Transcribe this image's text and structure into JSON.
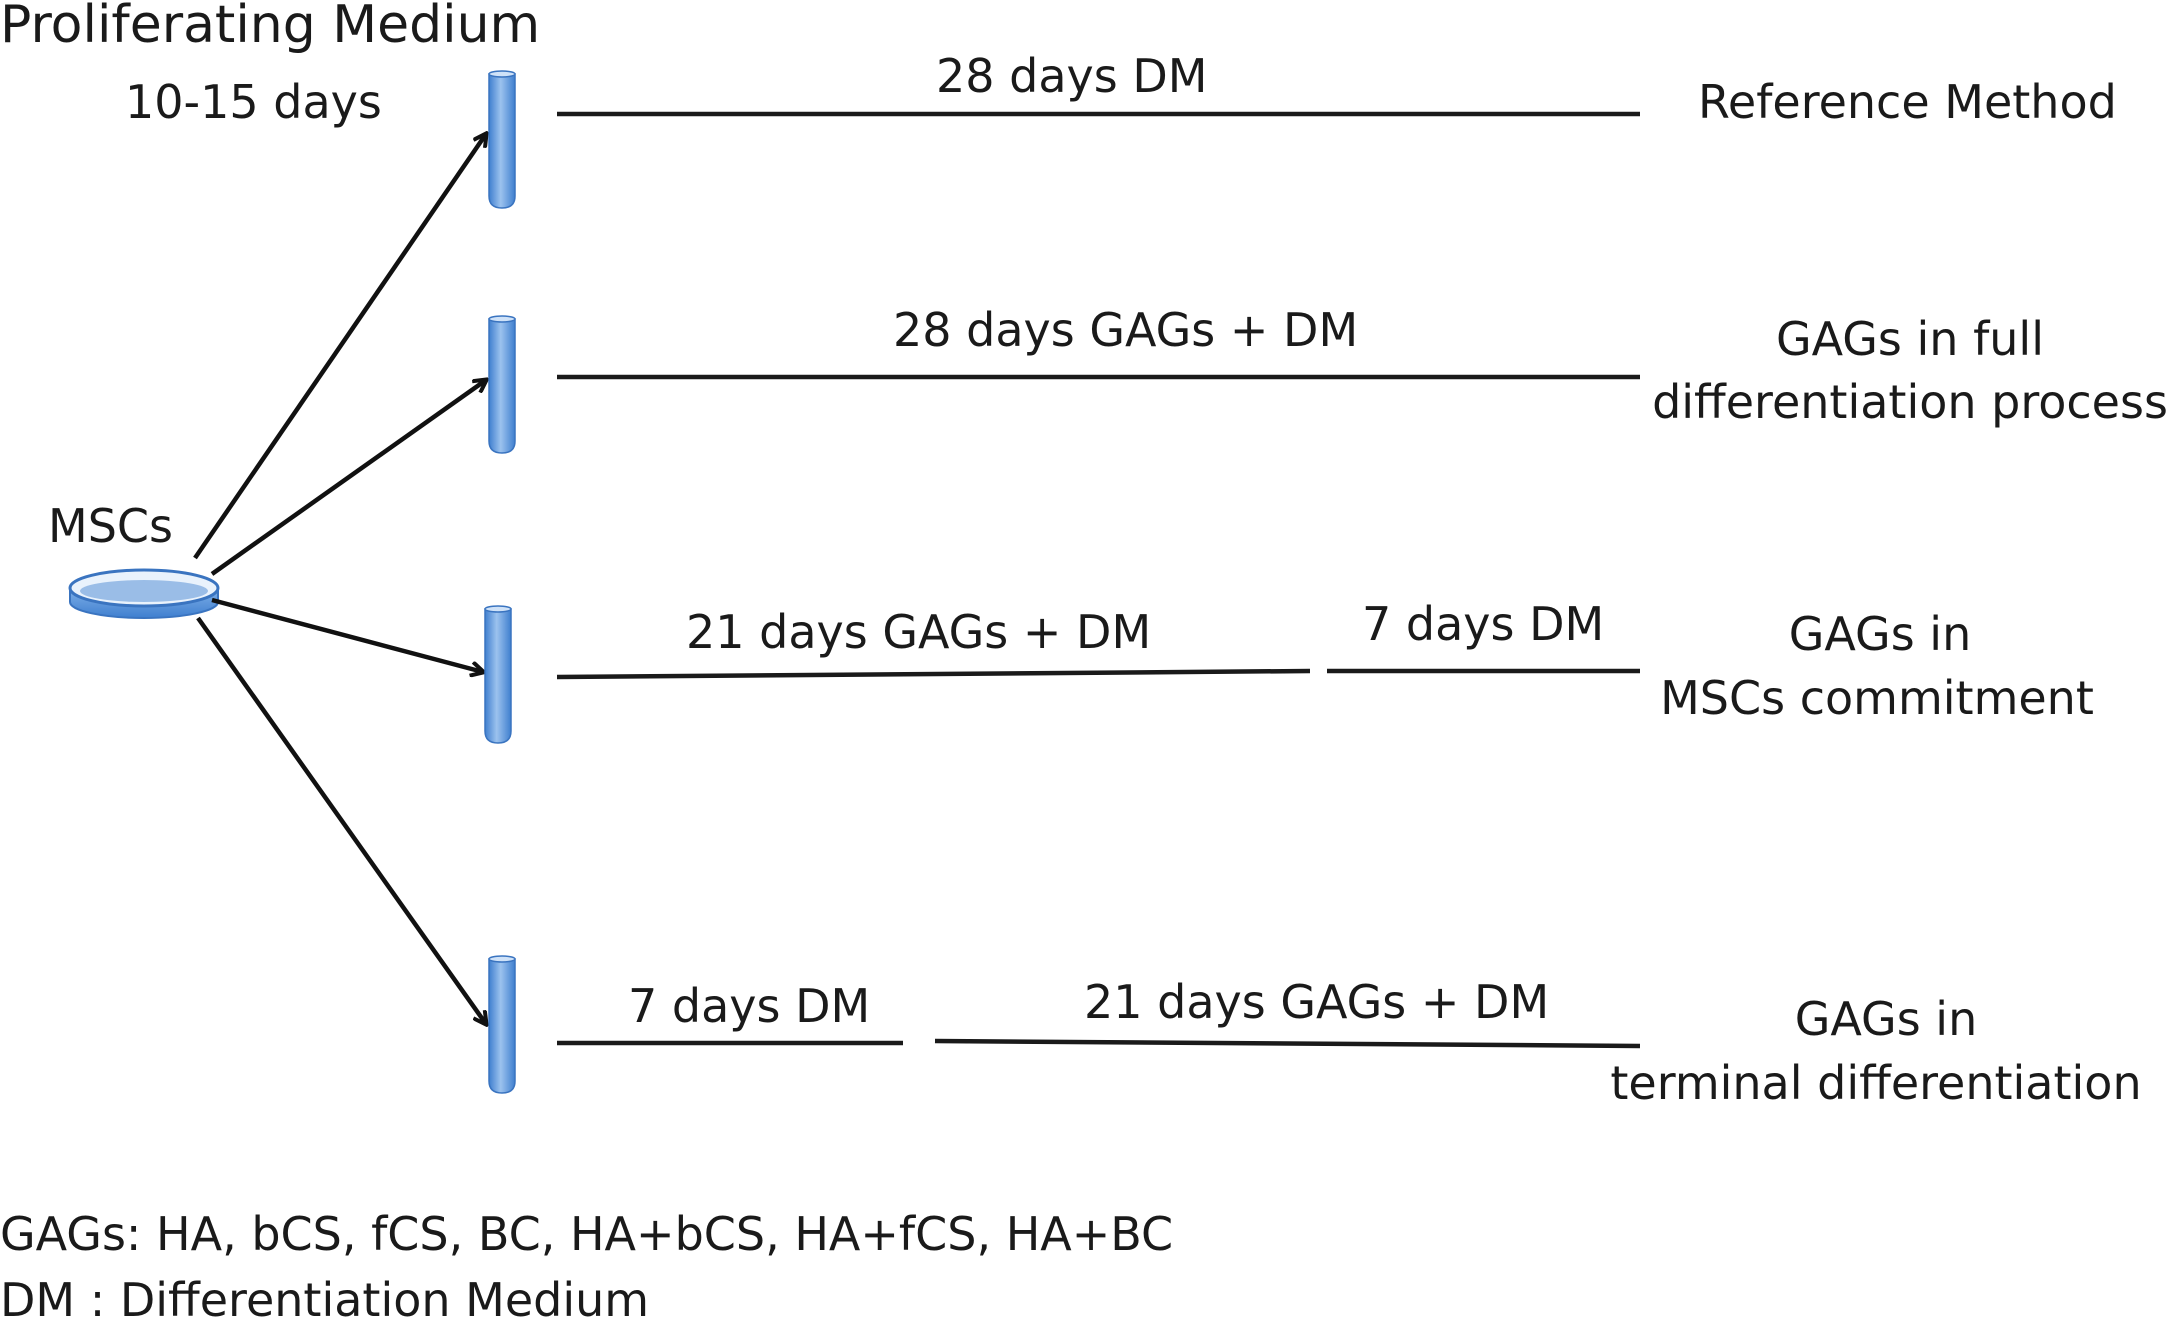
{
  "header": {
    "title": "Proliferating Medium",
    "duration": "10-15 days"
  },
  "source": {
    "label": "MSCs"
  },
  "rows": [
    {
      "segments": [
        "28 days DM"
      ],
      "outcome": [
        "Reference Method"
      ]
    },
    {
      "segments": [
        "28 days GAGs + DM"
      ],
      "outcome": [
        "GAGs in full",
        "differentiation process"
      ]
    },
    {
      "segments": [
        "21 days GAGs + DM",
        "7 days DM"
      ],
      "outcome": [
        "GAGs in",
        "MSCs commitment"
      ]
    },
    {
      "segments": [
        "7 days DM",
        "21 days GAGs + DM"
      ],
      "outcome": [
        "GAGs in",
        "terminal differentiation"
      ]
    }
  ],
  "legend": {
    "gags": "GAGs: HA, bCS, fCS, BC, HA+bCS, HA+fCS, HA+BC",
    "dm": "DM : Differentiation Medium"
  },
  "colors": {
    "tube_light": "#9cc2ee",
    "tube_dark": "#3f7fcf",
    "dish_fill": "#5a92d6",
    "dish_rim": "#ffffff",
    "stroke": "#1a1a1a"
  }
}
